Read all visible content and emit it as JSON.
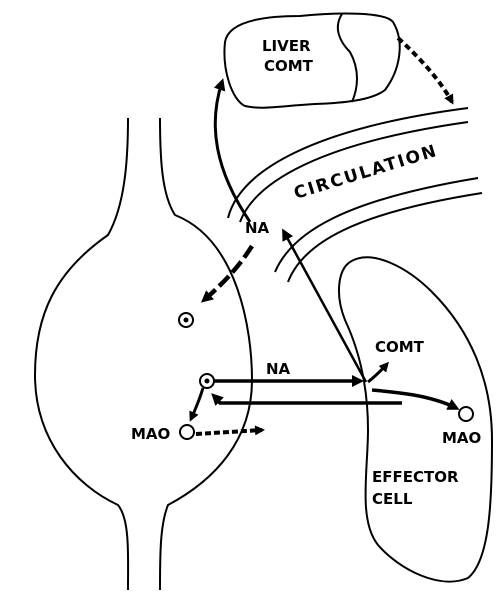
{
  "diagram": {
    "liver_line1": "LIVER",
    "liver_line2": "COMT",
    "circulation": "CIRCULATION",
    "na_circulation": "NA",
    "na_synapse": "NA",
    "comt_effector": "COMT",
    "mao_neuron": "MAO",
    "mao_effector": "MAO",
    "effector_line1": "EFFECTOR",
    "effector_line2": "CELL"
  }
}
